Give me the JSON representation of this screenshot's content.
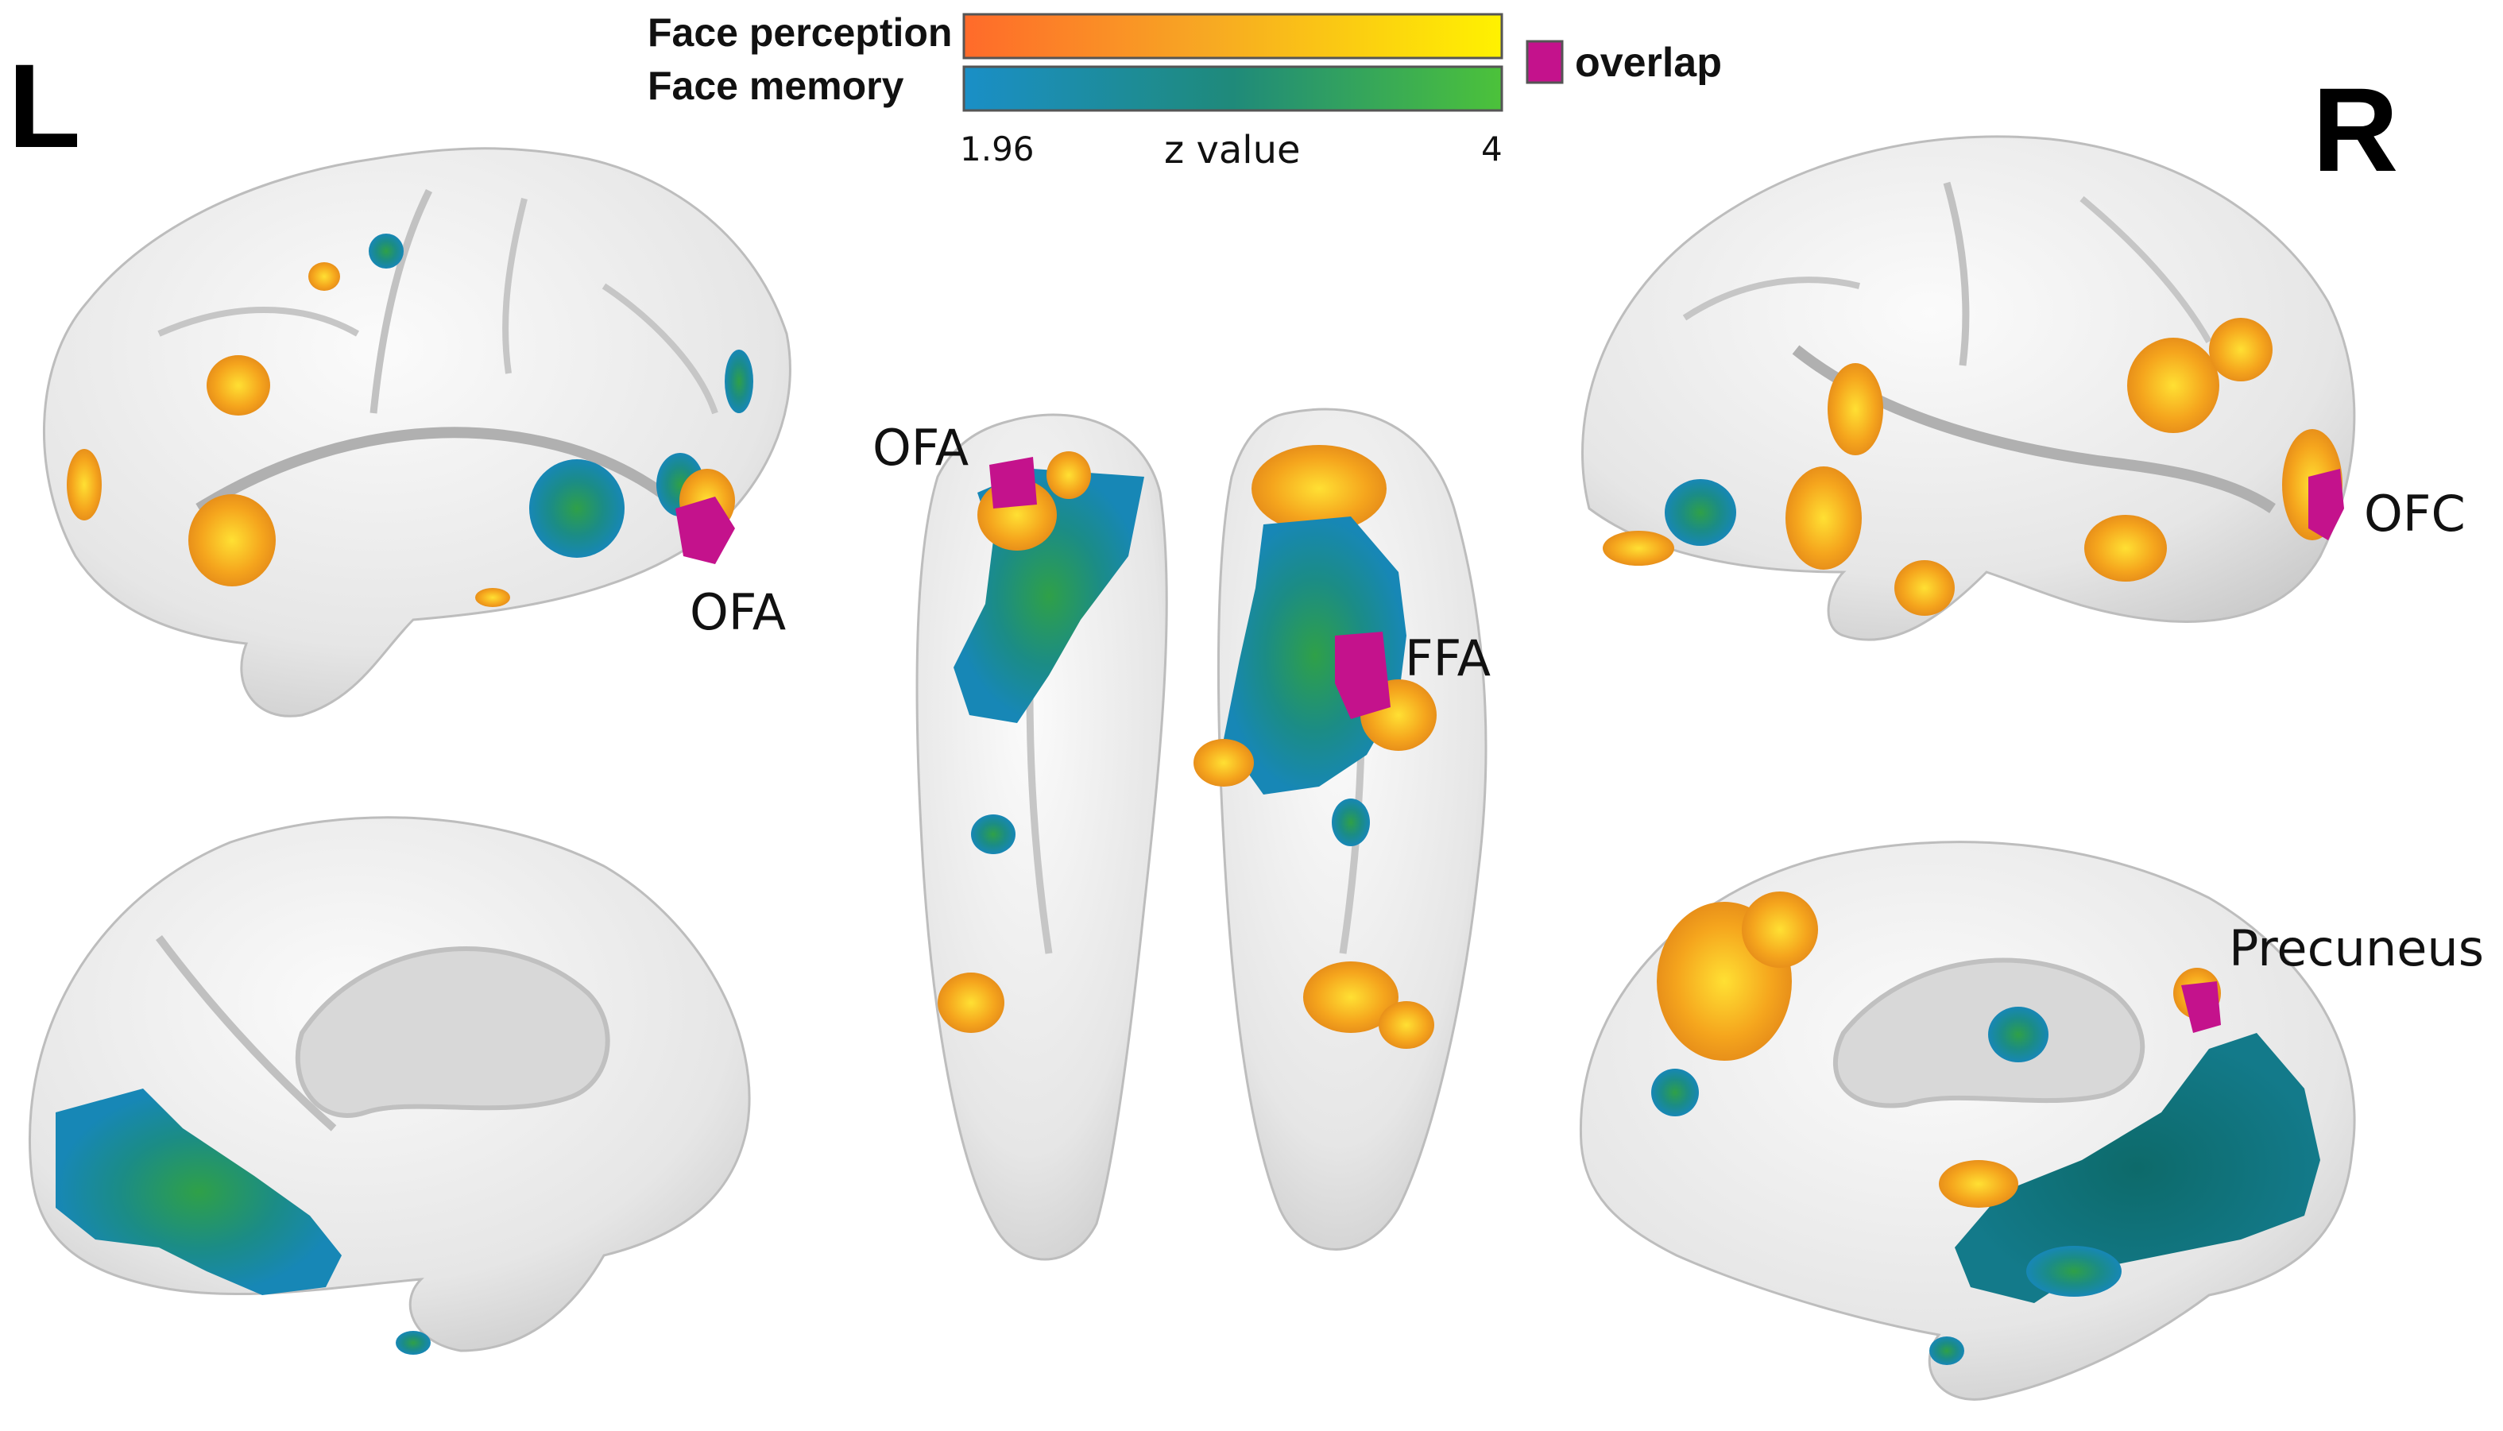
{
  "hemispheres": {
    "left": "L",
    "right": "R"
  },
  "legend": {
    "perception_label": "Face perception",
    "memory_label": "Face memory",
    "overlap_label": "overlap",
    "tick_min": "1.96",
    "tick_max": "4",
    "axis_label": "z value"
  },
  "regions": {
    "ofa_left_lateral": "OFA",
    "ofa_ventral": "OFA",
    "ffa_ventral": "FFA",
    "ofc_right_lateral": "OFC",
    "precuneus_right_medial": "Precuneus"
  },
  "colors": {
    "perception_start": "#ff6a2a",
    "perception_mid": "#f5a623",
    "perception_end": "#fff200",
    "memory_start": "#1a8fc7",
    "memory_mid": "#1f8a7a",
    "memory_end": "#4cc23a",
    "overlap": "#c4128c",
    "cortex": "#e9e9e9"
  }
}
